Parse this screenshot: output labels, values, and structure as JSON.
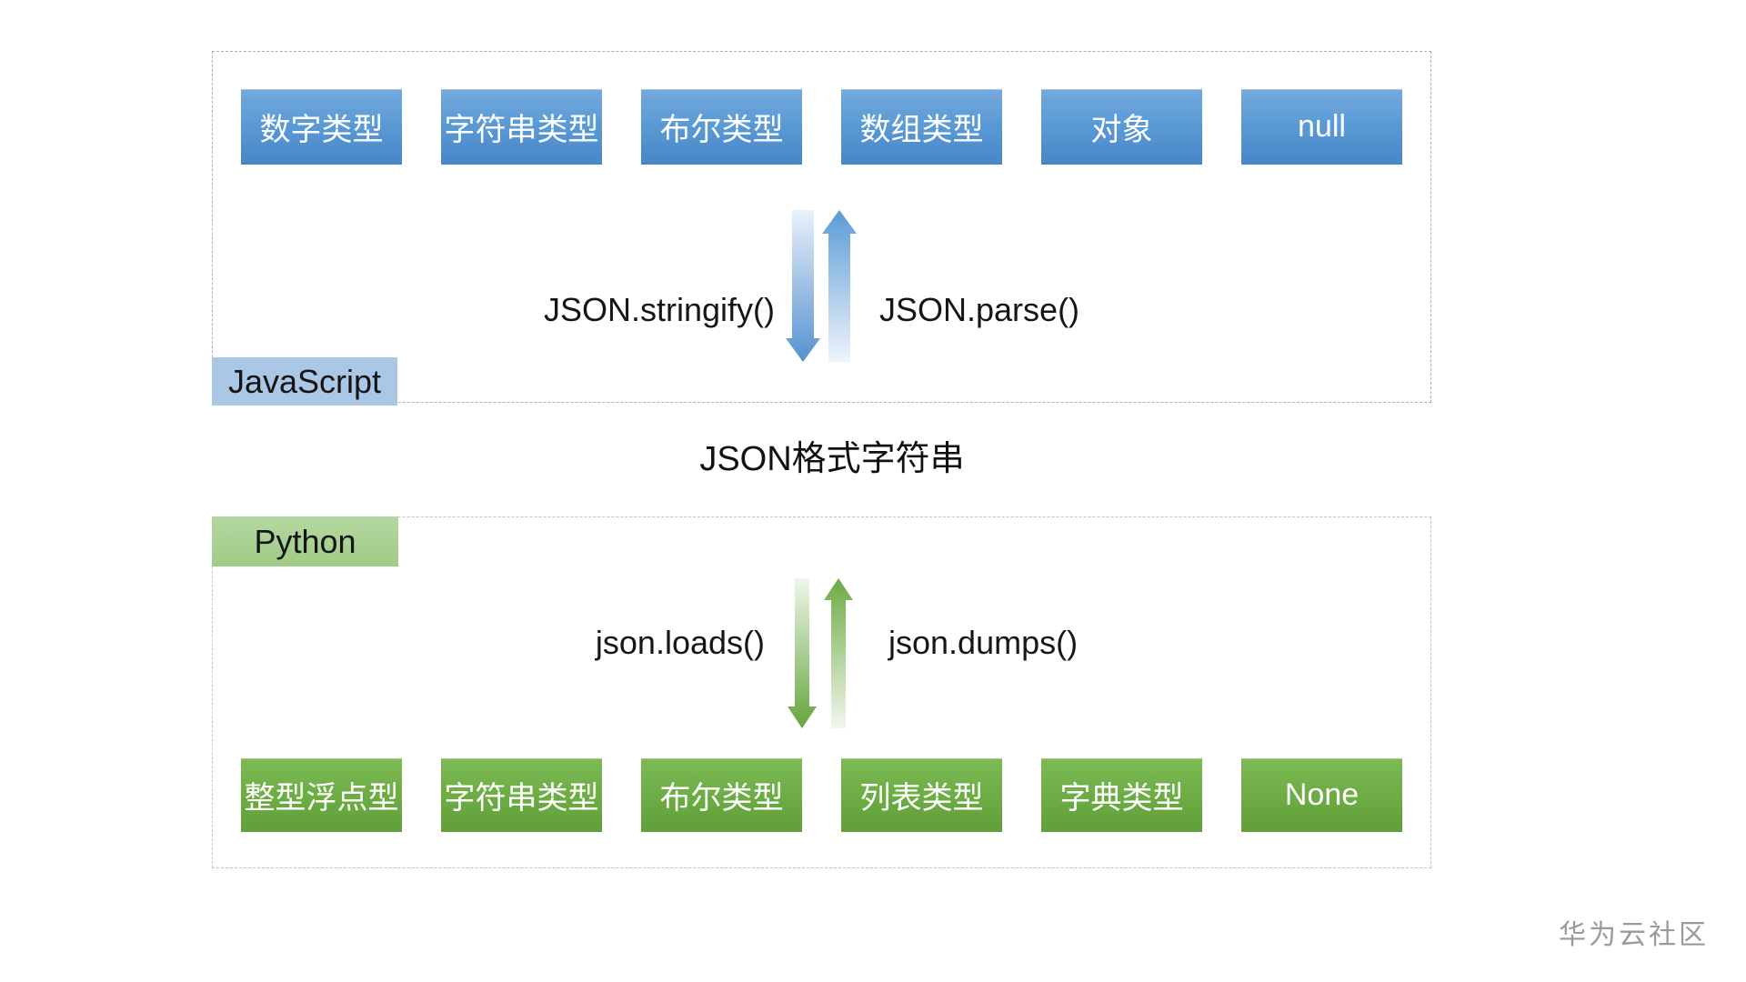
{
  "diagram": {
    "middle_label": "JSON格式字符串",
    "watermark": "华为云社区"
  },
  "javascript_section": {
    "label": "JavaScript",
    "accent_color": "#5b9bd5",
    "chip_color": "#abc7e6",
    "types": [
      "数字类型",
      "字符串类型",
      "布尔类型",
      "数组类型",
      "对象",
      "null"
    ],
    "serialize_label": "JSON.stringify()",
    "deserialize_label": "JSON.parse()"
  },
  "python_section": {
    "label": "Python",
    "accent_color": "#70ad47",
    "chip_color": "#a9d18e",
    "types": [
      "整型浮点型",
      "字符串类型",
      "布尔类型",
      "列表类型",
      "字典类型",
      "None"
    ],
    "deserialize_label": "json.loads()",
    "serialize_label": "json.dumps()"
  }
}
